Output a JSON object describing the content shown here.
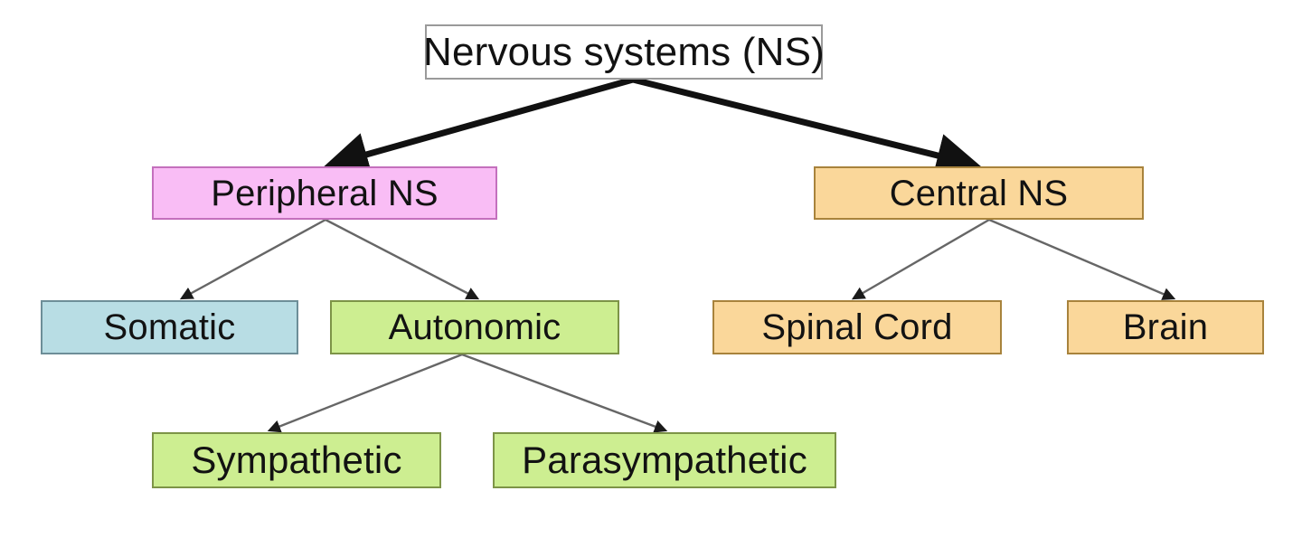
{
  "diagram": {
    "title": "Nervous systems (NS)",
    "type": "hierarchy-tree",
    "background_color": "#ffffff",
    "nodes": [
      {
        "id": "root",
        "label": "Nervous systems (NS)",
        "fill": "#ffffff",
        "stroke": "#9a9a9a",
        "level": 0
      },
      {
        "id": "peripheral",
        "label": "Peripheral NS",
        "fill": "#f9bdf5",
        "stroke": "#c470bd",
        "level": 1
      },
      {
        "id": "central",
        "label": "Central NS",
        "fill": "#fad79a",
        "stroke": "#a8833c",
        "level": 1
      },
      {
        "id": "somatic",
        "label": "Somatic",
        "fill": "#b8dde4",
        "stroke": "#6d8e98",
        "level": 2
      },
      {
        "id": "autonomic",
        "label": "Autonomic",
        "fill": "#cdee91",
        "stroke": "#7d9447",
        "level": 2
      },
      {
        "id": "spinal_cord",
        "label": "Spinal Cord",
        "fill": "#fad79a",
        "stroke": "#a8833c",
        "level": 2
      },
      {
        "id": "brain",
        "label": "Brain",
        "fill": "#fad79a",
        "stroke": "#a8833c",
        "level": 2
      },
      {
        "id": "sympathetic",
        "label": "Sympathetic",
        "fill": "#cdee91",
        "stroke": "#7d9447",
        "level": 3
      },
      {
        "id": "parasympathetic",
        "label": "Parasympathetic",
        "fill": "#cdee91",
        "stroke": "#7d9447",
        "level": 3
      }
    ],
    "edges": [
      {
        "from": "root",
        "to": "peripheral",
        "style": "thick",
        "color": "#111111"
      },
      {
        "from": "root",
        "to": "central",
        "style": "thick",
        "color": "#111111"
      },
      {
        "from": "peripheral",
        "to": "somatic",
        "style": "thin",
        "color": "#666666"
      },
      {
        "from": "peripheral",
        "to": "autonomic",
        "style": "thin",
        "color": "#666666"
      },
      {
        "from": "central",
        "to": "spinal_cord",
        "style": "thin",
        "color": "#666666"
      },
      {
        "from": "central",
        "to": "brain",
        "style": "thin",
        "color": "#666666"
      },
      {
        "from": "autonomic",
        "to": "sympathetic",
        "style": "thin",
        "color": "#666666"
      },
      {
        "from": "autonomic",
        "to": "parasympathetic",
        "style": "thin",
        "color": "#666666"
      }
    ]
  }
}
